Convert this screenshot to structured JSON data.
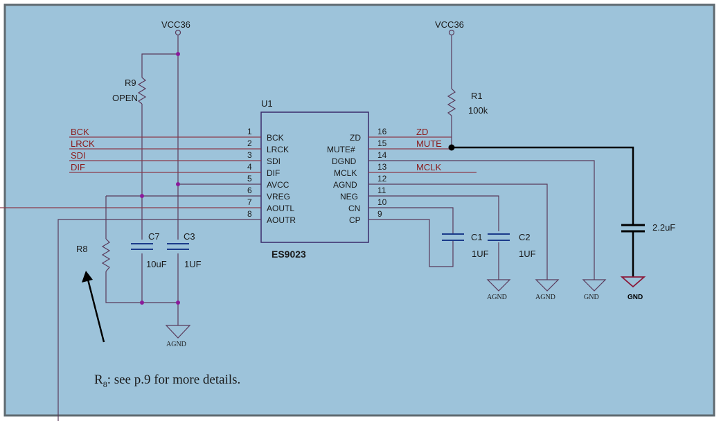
{
  "power": {
    "left": "VCC36",
    "right": "VCC36"
  },
  "ic": {
    "ref": "U1",
    "part": "ES9023",
    "left_pins": [
      {
        "num": "1",
        "name": "BCK"
      },
      {
        "num": "2",
        "name": "LRCK"
      },
      {
        "num": "3",
        "name": "SDI"
      },
      {
        "num": "4",
        "name": "DIF"
      },
      {
        "num": "5",
        "name": "AVCC"
      },
      {
        "num": "6",
        "name": "VREG"
      },
      {
        "num": "7",
        "name": "AOUTL"
      },
      {
        "num": "8",
        "name": "AOUTR"
      }
    ],
    "right_pins": [
      {
        "num": "16",
        "name": "ZD"
      },
      {
        "num": "15",
        "name": "MUTE#"
      },
      {
        "num": "14",
        "name": "DGND"
      },
      {
        "num": "13",
        "name": "MCLK"
      },
      {
        "num": "12",
        "name": "AGND"
      },
      {
        "num": "11",
        "name": "NEG"
      },
      {
        "num": "10",
        "name": "CN"
      },
      {
        "num": "9",
        "name": "CP"
      }
    ]
  },
  "nets": {
    "left": [
      "BCK",
      "LRCK",
      "SDI",
      "DIF"
    ],
    "zd": "ZD",
    "mute": "MUTE",
    "mclk": "MCLK"
  },
  "components": {
    "r9_ref": "R9",
    "r9_val": "OPEN",
    "r1_ref": "R1",
    "r1_val": "100k",
    "r8_ref": "R8",
    "c7_ref": "C7",
    "c7_val": "10uF",
    "c3_ref": "C3",
    "c3_val": "1UF",
    "c1_ref": "C1",
    "c1_val": "1UF",
    "c2_ref": "C2",
    "c2_val": "1UF",
    "cmute_val": "2.2uF"
  },
  "grounds": {
    "c7c3": "AGND",
    "c1": "AGND",
    "c2": "AGND",
    "dgnd": "GND",
    "mute": "GND"
  },
  "note": {
    "r": "R",
    "sub": "8",
    "text": ": see p.9 for more details."
  },
  "colors": {
    "background": "#9dc3da",
    "border": "#5f6a70",
    "wire": "#5a3a5a",
    "net_label": "#8b1a1a",
    "junction": "#8a1a9a"
  }
}
